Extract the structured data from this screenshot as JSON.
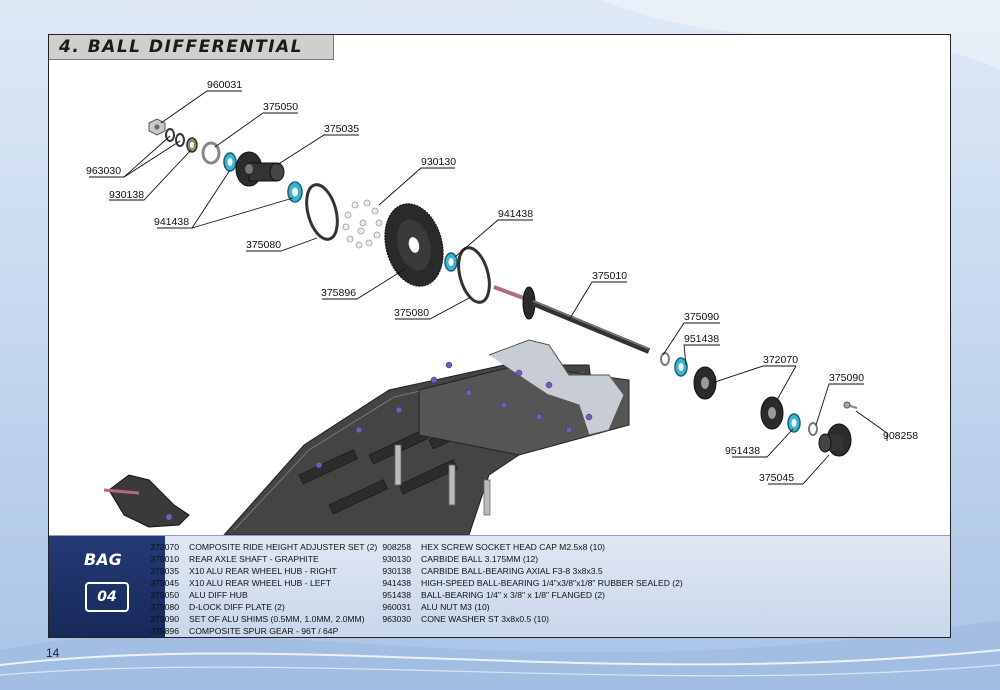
{
  "page": {
    "title": "4. BALL DIFFERENTIAL",
    "page_number": "14"
  },
  "bag": {
    "label": "BAG",
    "number": "04"
  },
  "callouts": {
    "c960031": "960031",
    "c375050": "375050",
    "c375035": "375035",
    "c963030": "963030",
    "c930138": "930138",
    "c930130": "930130",
    "c941438a": "941438",
    "c941438b": "941438",
    "c375080a": "375080",
    "c375080b": "375080",
    "c375896": "375896",
    "c375010": "375010",
    "c375090a": "375090",
    "c951438a": "951438",
    "c372070": "372070",
    "c375090b": "375090",
    "c908258": "908258",
    "c951438b": "951438",
    "c375045": "375045"
  },
  "parts_left": [
    {
      "code": "372070",
      "desc": "COMPOSITE RIDE HEIGHT ADJUSTER SET (2)"
    },
    {
      "code": "375010",
      "desc": "REAR AXLE SHAFT - GRAPHITE"
    },
    {
      "code": "375035",
      "desc": "X10 ALU REAR WHEEL HUB - RIGHT"
    },
    {
      "code": "375045",
      "desc": "X10 ALU REAR WHEEL HUB - LEFT"
    },
    {
      "code": "375050",
      "desc": "ALU DIFF HUB"
    },
    {
      "code": "375080",
      "desc": "D-LOCK DIFF PLATE (2)"
    },
    {
      "code": "375090",
      "desc": "SET OF ALU SHIMS (0.5MM, 1.0MM, 2.0MM)"
    },
    {
      "code": "375896",
      "desc": "COMPOSITE SPUR GEAR - 96T / 64P"
    }
  ],
  "parts_right": [
    {
      "code": "908258",
      "desc": "HEX SCREW SOCKET HEAD CAP M2.5x8  (10)"
    },
    {
      "code": "930130",
      "desc": "CARBIDE BALL 3.175MM  (12)"
    },
    {
      "code": "930138",
      "desc": "CARBIDE BALL-BEARING AXIAL F3-8 3x8x3.5"
    },
    {
      "code": "941438",
      "desc": "HIGH-SPEED BALL-BEARING 1/4\"x3/8\"x1/8\"  RUBBER SEALED (2)"
    },
    {
      "code": "951438",
      "desc": "BALL-BEARING 1/4\" x 3/8\" x 1/8\" FLANGED  (2)"
    },
    {
      "code": "960031",
      "desc": "ALU NUT M3  (10)"
    },
    {
      "code": "963030",
      "desc": "CONE WASHER ST 3x8x0.5  (10)"
    }
  ],
  "colors": {
    "panel_border": "#222222",
    "bag_background": "#1f336b",
    "legend_background": "#d3deee",
    "bearing_blue": "#39b5d6",
    "chassis_dark": "#3c3c3c",
    "screw_purple": "#7a57b8"
  }
}
